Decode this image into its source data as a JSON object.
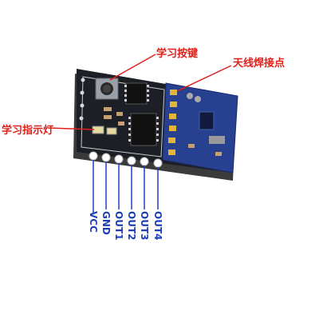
{
  "annotations": {
    "learn_button": "学习按键",
    "antenna_pad": "天线焊接点",
    "learn_led": "学习指示灯"
  },
  "pins": [
    "VCC",
    "GND",
    "OUT1",
    "OUT2",
    "OUT3",
    "OUT4"
  ],
  "colors": {
    "callout": "#e0201a",
    "pin_label": "#1f3fb8",
    "pcb": "#1c1f26",
    "rf_module": "#27408f",
    "gold": "#e2b53a"
  }
}
